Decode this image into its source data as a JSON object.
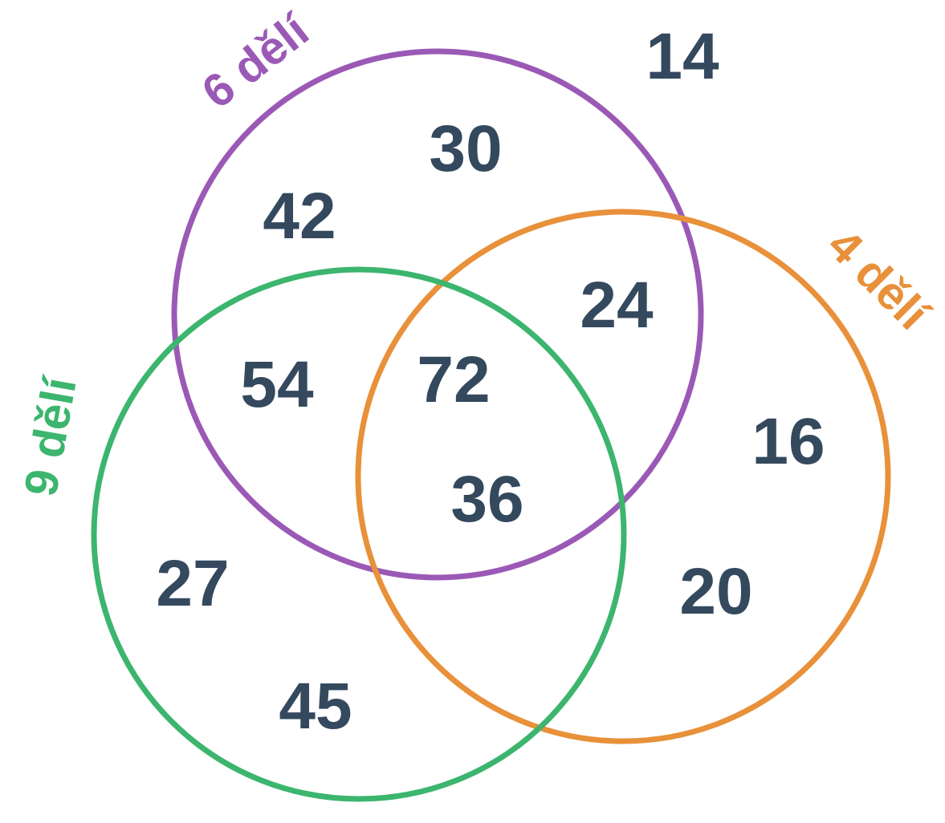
{
  "sets": [
    {
      "id": "six",
      "label": "6 dělí",
      "color": "#9b59b6"
    },
    {
      "id": "four",
      "label": "4 dělí",
      "color": "#e8913a"
    },
    {
      "id": "nine",
      "label": "9 dělí",
      "color": "#3cb56e"
    }
  ],
  "text_color": "#34495e",
  "numbers": [
    {
      "value": "14",
      "in": []
    },
    {
      "value": "30",
      "in": [
        "six"
      ]
    },
    {
      "value": "42",
      "in": [
        "six"
      ]
    },
    {
      "value": "24",
      "in": [
        "six",
        "four"
      ]
    },
    {
      "value": "54",
      "in": [
        "six",
        "nine"
      ]
    },
    {
      "value": "72",
      "in": [
        "six",
        "four",
        "nine"
      ]
    },
    {
      "value": "36",
      "in": [
        "six",
        "four",
        "nine"
      ]
    },
    {
      "value": "16",
      "in": [
        "four"
      ]
    },
    {
      "value": "20",
      "in": [
        "four"
      ]
    },
    {
      "value": "27",
      "in": [
        "nine"
      ]
    },
    {
      "value": "45",
      "in": [
        "nine"
      ]
    }
  ]
}
